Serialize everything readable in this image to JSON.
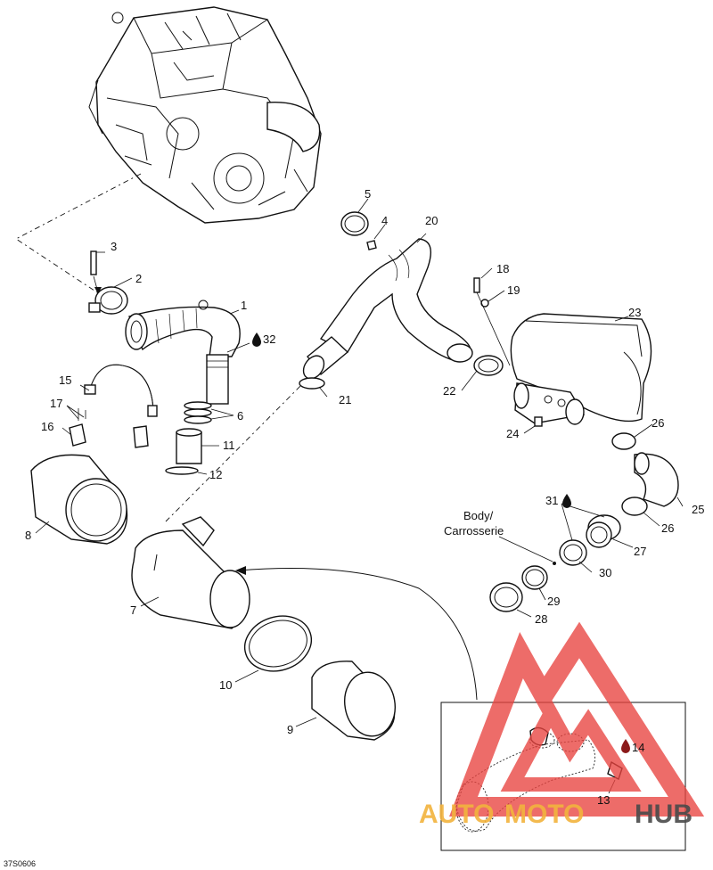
{
  "diagram": {
    "drawing_code": "37S0606",
    "body_label_line1": "Body/",
    "body_label_line2": "Carrosserie",
    "callouts": {
      "c1": "1",
      "c2": "2",
      "c3": "3",
      "c4": "4",
      "c5": "5",
      "c6": "6",
      "c7": "7",
      "c8": "8",
      "c9": "9",
      "c10": "10",
      "c11": "11",
      "c12": "12",
      "c13": "13",
      "c14": "14",
      "c15": "15",
      "c16": "16",
      "c17": "17",
      "c18": "18",
      "c19": "19",
      "c20": "20",
      "c21": "21",
      "c22": "22",
      "c23": "23",
      "c24": "24",
      "c25": "25",
      "c26a": "26",
      "c26b": "26",
      "c27": "27",
      "c28": "28",
      "c29": "29",
      "c30": "30",
      "c31": "31",
      "c32": "32"
    }
  },
  "watermark": {
    "word1": "AUTO",
    "word2": "MOTO",
    "word3": "HUB",
    "color_red": "#e8433f",
    "color_orange": "#f2b33d",
    "color_grey": "#4a4a4a"
  },
  "sealant_icon": "drop-icon"
}
